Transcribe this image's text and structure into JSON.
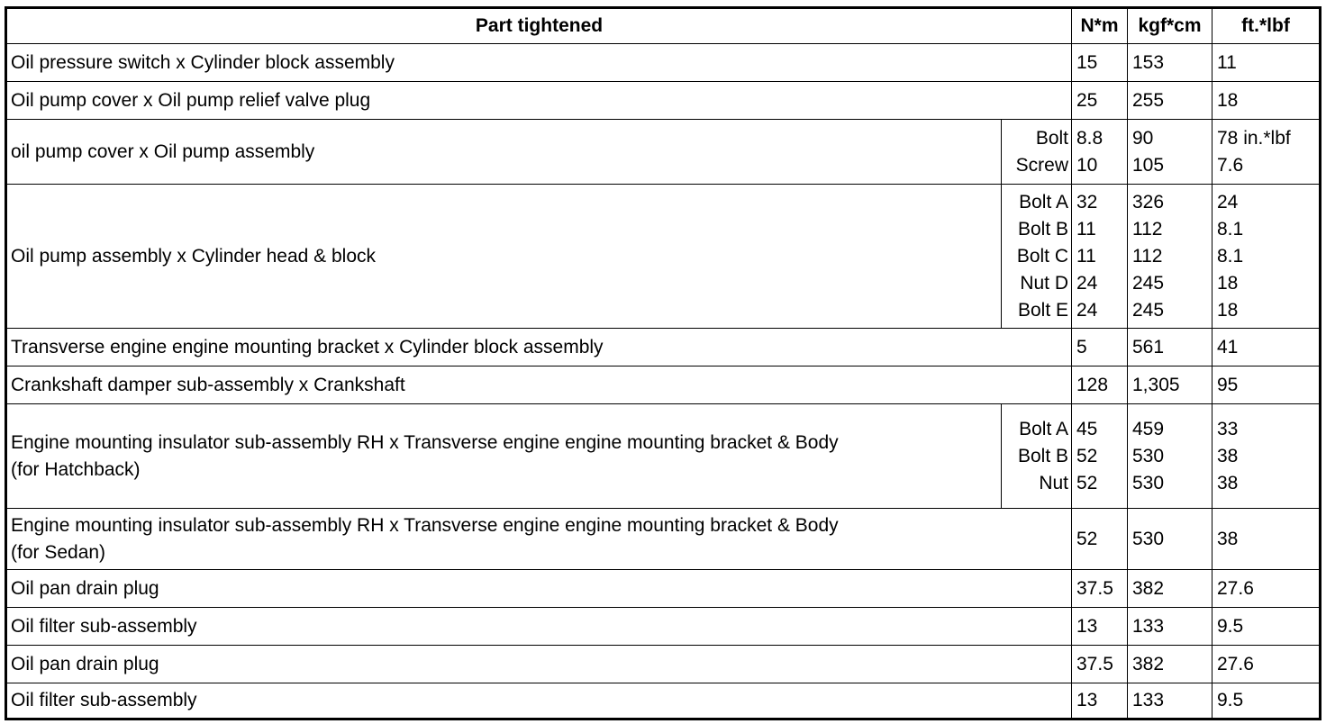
{
  "headers": {
    "part": "Part tightened",
    "nm": "N*m",
    "kgfcm": "kgf*cm",
    "ftlbf": "ft.*lbf"
  },
  "rows": [
    {
      "part": [
        "Oil pressure switch x Cylinder block assembly"
      ],
      "fasteners": [],
      "nm": [
        "15"
      ],
      "kgfcm": [
        "153"
      ],
      "ftlbf": [
        "11"
      ]
    },
    {
      "part": [
        "Oil pump cover x Oil pump relief valve plug"
      ],
      "fasteners": [],
      "nm": [
        "25"
      ],
      "kgfcm": [
        "255"
      ],
      "ftlbf": [
        "18"
      ]
    },
    {
      "part": [
        "oil pump cover x Oil pump assembly"
      ],
      "fasteners": [
        "Bolt",
        "Screw"
      ],
      "nm": [
        "8.8",
        "10"
      ],
      "kgfcm": [
        "90",
        "105"
      ],
      "ftlbf": [
        "78 in.*lbf",
        "7.6"
      ]
    },
    {
      "part": [
        "Oil pump assembly x Cylinder head & block"
      ],
      "fasteners": [
        "Bolt A",
        "Bolt B",
        "Bolt C",
        "Nut D",
        "Bolt E"
      ],
      "nm": [
        "32",
        "11",
        "11",
        "24",
        "24"
      ],
      "kgfcm": [
        "326",
        "112",
        "112",
        "245",
        "245"
      ],
      "ftlbf": [
        "24",
        "8.1",
        "8.1",
        "18",
        "18"
      ]
    },
    {
      "part": [
        "Transverse engine engine mounting bracket x Cylinder block assembly"
      ],
      "fasteners": [],
      "nm": [
        "5"
      ],
      "kgfcm": [
        "561"
      ],
      "ftlbf": [
        "41"
      ]
    },
    {
      "part": [
        "Crankshaft damper sub-assembly x Crankshaft"
      ],
      "fasteners": [],
      "nm": [
        "128"
      ],
      "kgfcm": [
        "1,305"
      ],
      "ftlbf": [
        "95"
      ]
    },
    {
      "part": [
        "Engine mounting insulator sub-assembly RH x Transverse engine engine mounting bracket & Body",
        "(for Hatchback)"
      ],
      "fasteners": [
        "Bolt A",
        "Bolt B",
        "Nut"
      ],
      "nm": [
        "45",
        "52",
        "52"
      ],
      "kgfcm": [
        "459",
        "530",
        "530"
      ],
      "ftlbf": [
        "33",
        "38",
        "38"
      ]
    },
    {
      "part": [
        "Engine mounting insulator sub-assembly RH x Transverse engine engine mounting bracket & Body",
        "(for Sedan)"
      ],
      "fasteners": [],
      "nm": [
        "52"
      ],
      "kgfcm": [
        "530"
      ],
      "ftlbf": [
        "38"
      ]
    },
    {
      "part": [
        "Oil pan drain plug"
      ],
      "fasteners": [],
      "nm": [
        "37.5"
      ],
      "kgfcm": [
        "382"
      ],
      "ftlbf": [
        "27.6"
      ]
    },
    {
      "part": [
        "Oil filter sub-assembly"
      ],
      "fasteners": [],
      "nm": [
        "13"
      ],
      "kgfcm": [
        "133"
      ],
      "ftlbf": [
        "9.5"
      ]
    },
    {
      "part": [
        "Oil pan drain plug"
      ],
      "fasteners": [],
      "nm": [
        "37.5"
      ],
      "kgfcm": [
        "382"
      ],
      "ftlbf": [
        "27.6"
      ]
    },
    {
      "part": [
        "Oil filter sub-assembly"
      ],
      "fasteners": [],
      "nm": [
        "13"
      ],
      "kgfcm": [
        "133"
      ],
      "ftlbf": [
        "9.5"
      ]
    }
  ]
}
